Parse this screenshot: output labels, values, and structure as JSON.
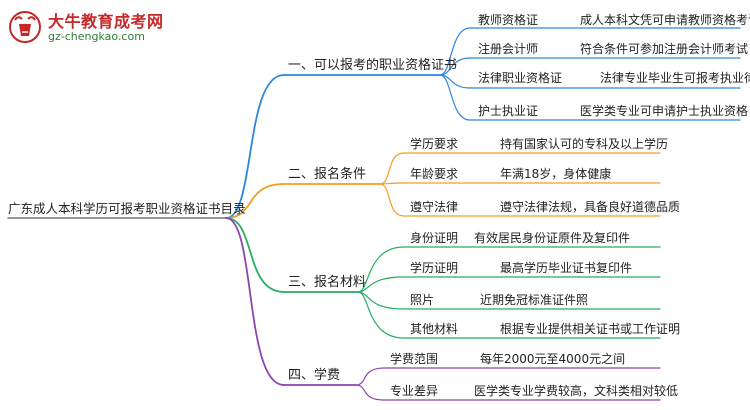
{
  "logo": {
    "title": "大牛教育成考网",
    "url": "gz-chengkao.com"
  },
  "root": {
    "label": "广东成人本科学历可报考职业资格证书目录"
  },
  "colors": {
    "root_line": "#7a7a7a",
    "branches": [
      "#2e86de",
      "#f0a020",
      "#27ae60",
      "#8e44ad"
    ]
  },
  "branches": [
    {
      "label": "一、可以报考的职业资格证书",
      "children": [
        {
          "label": "教师资格证",
          "detail": "成人本科文凭可申请教师资格考试"
        },
        {
          "label": "注册会计师",
          "detail": "符合条件可参加注册会计师考试"
        },
        {
          "label": "法律职业资格证",
          "detail": "法律专业毕业生可报考执业律师"
        },
        {
          "label": "护士执业证",
          "detail": "医学类专业可申请护士执业资格"
        }
      ]
    },
    {
      "label": "二、报名条件",
      "children": [
        {
          "label": "学历要求",
          "detail": "持有国家认可的专科及以上学历"
        },
        {
          "label": "年龄要求",
          "detail": "年满18岁，身体健康"
        },
        {
          "label": "遵守法律",
          "detail": "遵守法律法规，具备良好道德品质"
        }
      ]
    },
    {
      "label": "三、报名材料",
      "children": [
        {
          "label": "身份证明",
          "detail": "有效居民身份证原件及复印件"
        },
        {
          "label": "学历证明",
          "detail": "最高学历毕业证书复印件"
        },
        {
          "label": "照片",
          "detail": "近期免冠标准证件照"
        },
        {
          "label": "其他材料",
          "detail": "根据专业提供相关证书或工作证明"
        }
      ]
    },
    {
      "label": "四、学费",
      "children": [
        {
          "label": "学费范围",
          "detail": "每年2000元至4000元之间"
        },
        {
          "label": "专业差异",
          "detail": "医学类专业学费较高，文科类相对较低"
        }
      ]
    }
  ]
}
